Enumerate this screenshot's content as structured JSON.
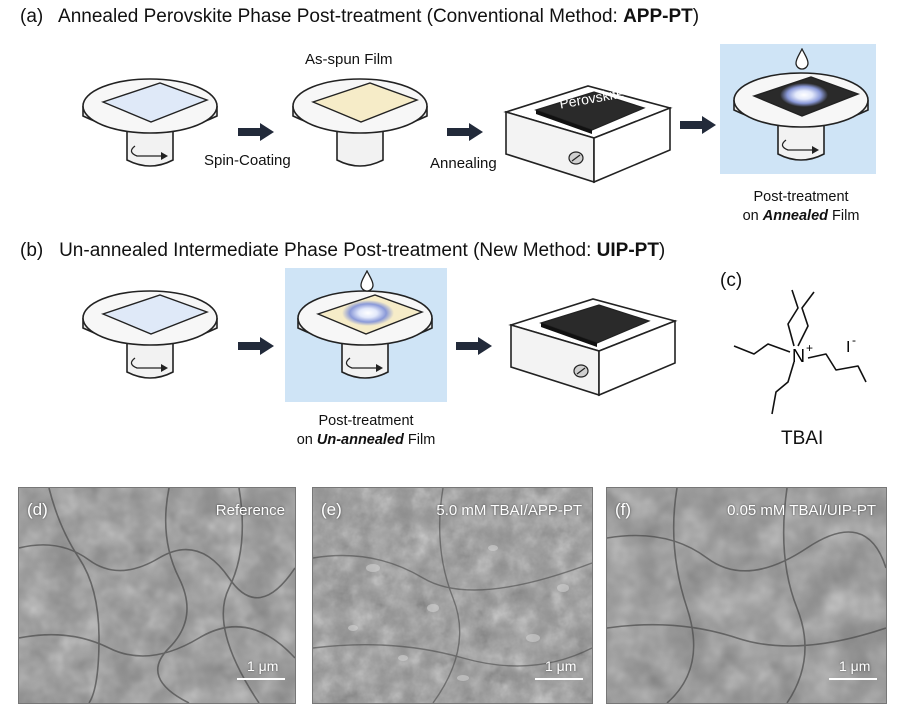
{
  "panel_a": {
    "letter": "(a)",
    "title_prefix": "Annealed Perovskite Phase Post-treatment (Conventional Method: ",
    "title_bold": "APP-PT",
    "title_suffix": ")",
    "label_film": "As-spun Film",
    "label_spin": "Spin-Coating",
    "label_anneal": "Annealing",
    "label_perovskite": "Perovskite",
    "caption_line1": "Post-treatment",
    "caption_on": "on ",
    "caption_bold": "Annealed",
    "caption_end": " Film"
  },
  "panel_b": {
    "letter": "(b)",
    "title_prefix": "Un-annealed Intermediate Phase Post-treatment (New Method: ",
    "title_bold": "UIP-PT",
    "title_suffix": ")",
    "caption_line1": "Post-treatment",
    "caption_on": "on ",
    "caption_bold": "Un-annealed",
    "caption_end": " Film"
  },
  "panel_c": {
    "letter": "(c)",
    "atom_n": "N",
    "charge_plus": "+",
    "anion": "I",
    "charge_minus": "-",
    "name": "TBAI"
  },
  "sem": [
    {
      "letter": "(d)",
      "label": "Reference",
      "scale": "1 μm"
    },
    {
      "letter": "(e)",
      "label": "5.0 mM TBAI/APP-PT",
      "scale": "1 μm"
    },
    {
      "letter": "(f)",
      "label": "0.05 mM TBAI/UIP-PT",
      "scale": "1 μm"
    }
  ],
  "colors": {
    "highlight_box": "#cfe4f6",
    "substrate_clean": "#dfe9f8",
    "substrate_asspun": "#f6ecc8",
    "perovskite": "#2a2a2a",
    "arrow": "#222a3a"
  },
  "icons": [
    "spin-coater-icon",
    "hotplate-icon",
    "droplet-icon",
    "arrow-right-icon"
  ]
}
